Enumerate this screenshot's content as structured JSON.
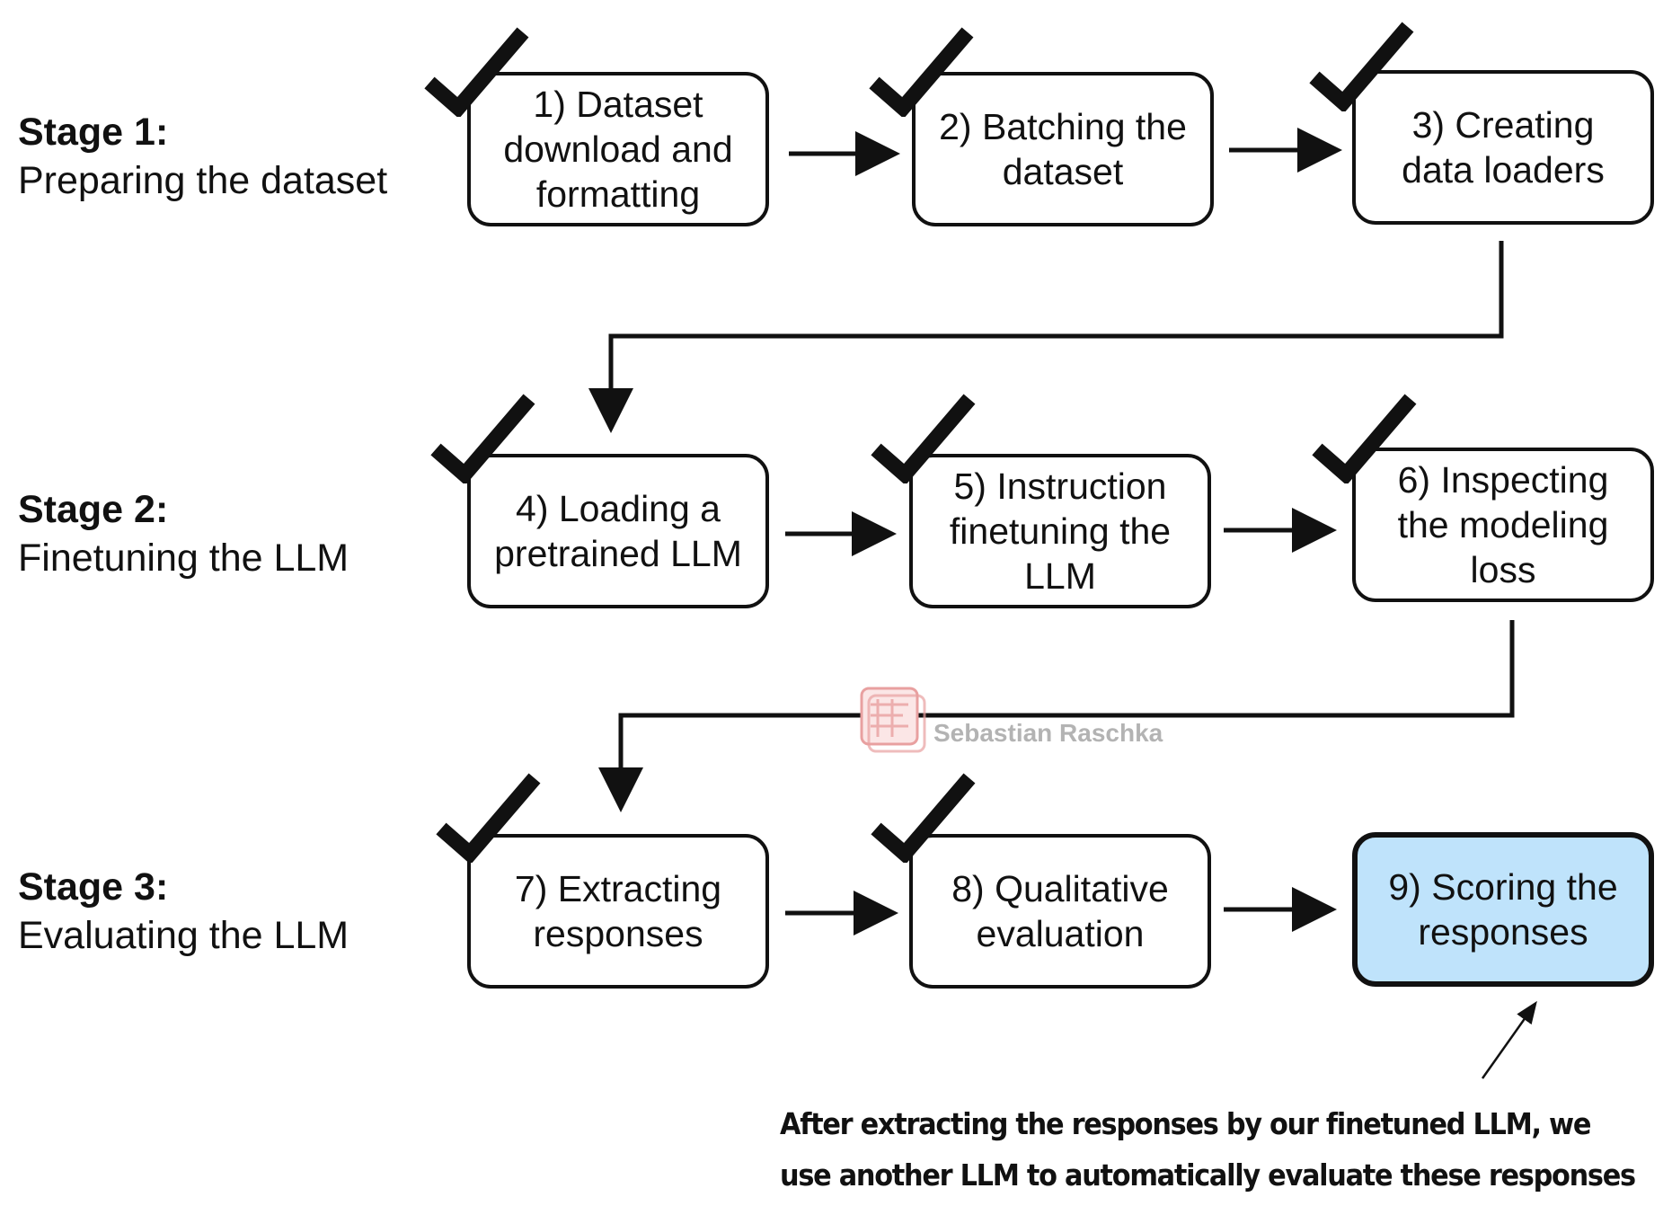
{
  "stages": [
    {
      "title": "Stage 1:",
      "desc": "Preparing the dataset"
    },
    {
      "title": "Stage 2:",
      "desc": "Finetuning the LLM"
    },
    {
      "title": "Stage 3:",
      "desc": "Evaluating the LLM"
    }
  ],
  "steps": [
    {
      "label": "1) Dataset\ndownload and\nformatting",
      "completed": true
    },
    {
      "label": "2) Batching the\ndataset",
      "completed": true
    },
    {
      "label": "3) Creating\ndata loaders",
      "completed": true
    },
    {
      "label": "4) Loading a\npretrained LLM",
      "completed": true
    },
    {
      "label": "5) Instruction\nfinetuning the\nLLM",
      "completed": true
    },
    {
      "label": "6) Inspecting\nthe modeling\nloss",
      "completed": true
    },
    {
      "label": "7) Extracting\nresponses",
      "completed": true
    },
    {
      "label": "8) Qualitative\nevaluation",
      "completed": true
    },
    {
      "label": "9) Scoring the\nresponses",
      "completed": false,
      "highlight": true
    }
  ],
  "annotation": {
    "line1": "After extracting the responses by our finetuned LLM, we",
    "line2": "use another LLM to automatically evaluate these responses"
  },
  "watermark": {
    "text": "Sebastian Raschka"
  },
  "colors": {
    "highlight_fill": "#bfe3fb",
    "stroke": "#111111",
    "watermark": "#b3b3b3",
    "watermark_logo": "#e8a0a0"
  }
}
